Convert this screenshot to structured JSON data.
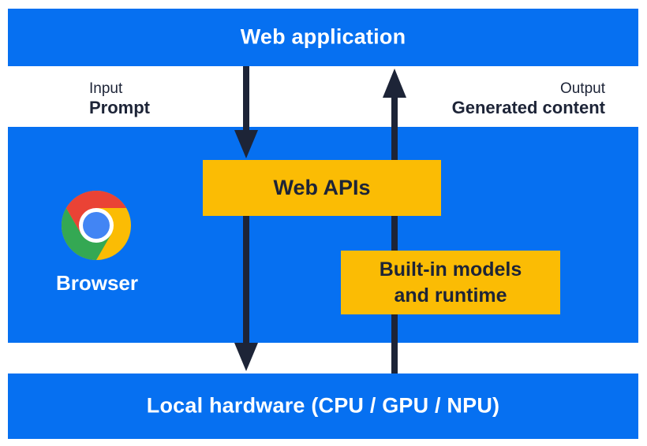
{
  "colors": {
    "blue": "#0670F1",
    "yellow": "#FBBC04",
    "ink": "#1D2437",
    "white": "#FFFFFF",
    "chrome_red": "#EA4335",
    "chrome_green": "#34A853",
    "chrome_yellow": "#FBBC04",
    "chrome_blue": "#4285F4"
  },
  "layers": {
    "web_application": {
      "label": "Web application"
    },
    "browser": {
      "label": "Browser"
    },
    "local_hardware": {
      "label": "Local hardware (CPU / GPU / NPU)"
    }
  },
  "io_labels": {
    "input": {
      "title": "Input",
      "value": "Prompt"
    },
    "output": {
      "title": "Output",
      "value": "Generated content"
    }
  },
  "boxes": {
    "web_apis": {
      "label": "Web APIs"
    },
    "builtin_models": {
      "line1": "Built-in models",
      "line2": "and runtime"
    }
  },
  "icons": {
    "chrome_logo": "chrome-browser-logo"
  },
  "arrows": {
    "input_flow_direction": "down",
    "output_flow_direction": "up"
  }
}
